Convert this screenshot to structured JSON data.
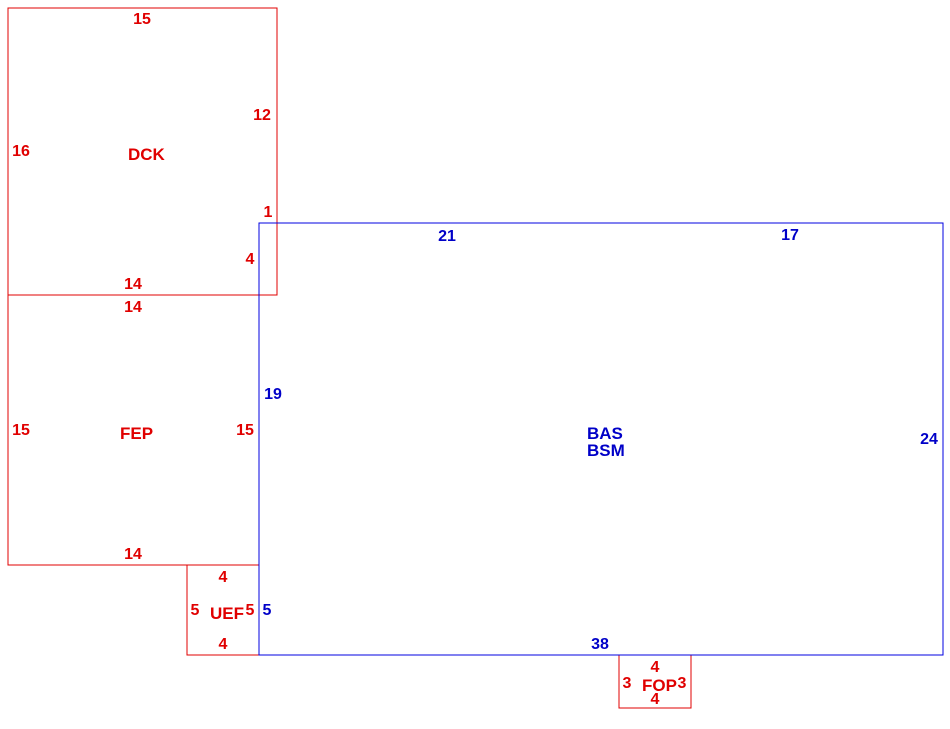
{
  "colors": {
    "addition": "#e00000",
    "main": "#0000c8"
  },
  "areas": {
    "dck": {
      "label": "DCK",
      "top": "15",
      "right": "12",
      "right_offset": "1",
      "left": "16",
      "right_lower": "4",
      "bottom": "14"
    },
    "fep": {
      "label": "FEP",
      "top": "14",
      "left": "15",
      "right": "15",
      "bottom": "14"
    },
    "uef": {
      "label": "UEF",
      "top": "4",
      "left": "5",
      "right": "5",
      "bottom": "4"
    },
    "fop": {
      "label": "FOP",
      "top": "4",
      "left": "3",
      "right": "3",
      "bottom": "4"
    },
    "bas": {
      "label": "BAS",
      "label2": "BSM",
      "top_left": "21",
      "top_right": "17",
      "left": "19",
      "right": "24",
      "bottom": "38",
      "left_lower": "5"
    }
  }
}
